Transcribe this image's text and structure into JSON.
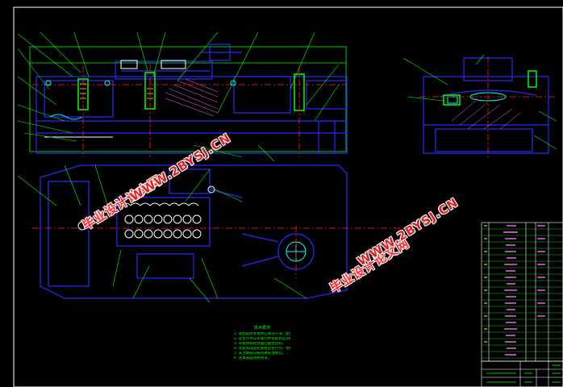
{
  "drawing": {
    "line_colors": {
      "border": "#ffffff",
      "part": "#2a2aff",
      "leader": "#00ff00",
      "center": "#ff2020",
      "hatch": "#ff66ff",
      "section": "#00ffff"
    }
  },
  "watermarks": [
    {
      "cn": "毕业设计论文网",
      "url": "WWW.2BYSJ.CN"
    },
    {
      "cn": "毕业设计论文网",
      "url": "WWW.2BYSJ.CN"
    }
  ],
  "technical_notes": {
    "title": "技术要求",
    "lines": [
      "1. 装配前所有零件应清洗干净，配合表面涂润滑油。",
      "2. 定位元件与夹紧元件装配后应动作灵活，无卡滞。",
      "3. 夹具体各结合面应贴合良好。",
      "4. 装配完成后检查各定位尺寸，合格后方可使用。",
      "5. 未注明部分按有关标准执行。",
      "6. 夹具表面涂防锈漆。"
    ]
  }
}
